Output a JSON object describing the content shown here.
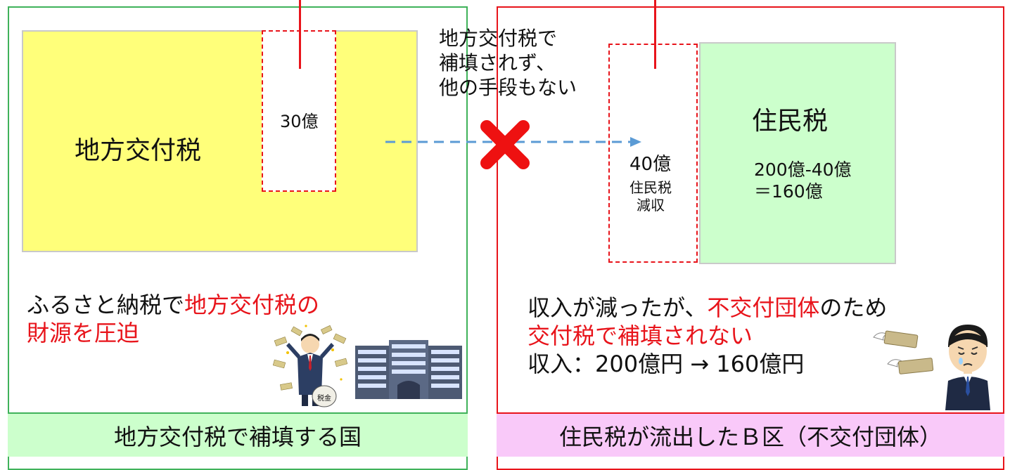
{
  "left_panel": {
    "yellow_label": "地方交付税",
    "dashed_value": "30億",
    "caption_part1": "ふるさと納税で",
    "caption_part2_red_line1": "地方交付税の",
    "caption_part2_red_line2": "財源を圧迫",
    "bottom_label": "地方交付税で補填する国",
    "money_bag_text": "税金"
  },
  "middle": {
    "note_line1": "地方交付税で",
    "note_line2": "補填されず、",
    "note_line3": "他の手段もない"
  },
  "right_panel": {
    "dashed_value": "40億",
    "dashed_sub_line1": "住民税",
    "dashed_sub_line2": "減収",
    "green_title": "住民税",
    "green_formula_line1": "200億-40億",
    "green_formula_line2": "＝160億",
    "caption_line1_part1": "収入が減ったが、",
    "caption_line1_red": "不交付団体",
    "caption_line1_part2": "のため",
    "caption_line2_red": "交付税で補填されない",
    "caption_line3": "収入：200億円 → 160億円",
    "bottom_label": "住民税が流出したＢ区（不交付団体）"
  },
  "colors": {
    "red": "#e8141b",
    "green_border": "#3fb25a",
    "yellow_fill": "#ffff7a",
    "green_fill": "#ccffcc",
    "pink_fill": "#f9c9f9",
    "arrow_blue": "#5b9bd5"
  }
}
